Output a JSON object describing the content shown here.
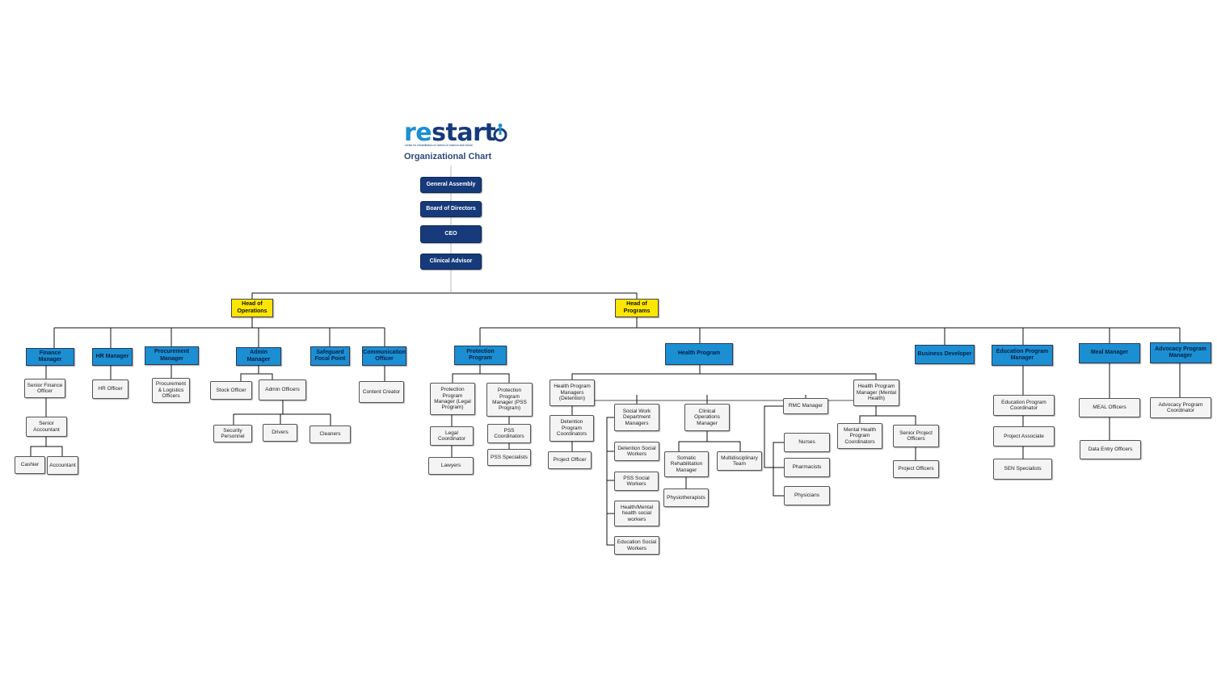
{
  "header": {
    "logo_re": "re",
    "logo_start": "start",
    "tagline": "center for rehabilitation of victims of violence and torture",
    "subtitle": "Organizational Chart"
  },
  "colors": {
    "navy": "#163a7a",
    "blue": "#1b8fd2",
    "yellow": "#ffe600",
    "grey_box": "#f4f4f4",
    "line": "#111111"
  },
  "icons": {
    "logo_mark": "power-person-icon"
  },
  "nodes": {
    "general_assembly": "General Assembly",
    "board_of_directors": "Board of Directors",
    "ceo": "CEO",
    "clinical_advisor": "Clinical Advisor",
    "head_operations": "Head of Operations",
    "head_programs": "Head of Programs",
    "finance_manager": "Finance Manager",
    "hr_manager": "HR Manager",
    "procurement_manager": "Procurement Manager",
    "admin_manager": "Admin Manager",
    "safeguard_focal_point": "Safeguard Focal Point",
    "communication_officer": "Communication Officer",
    "senior_finance_officer": "Senior Finance Officer",
    "senior_accountant": "Senior Accountant",
    "cashier": "Cashier",
    "accountant": "Accountant",
    "hr_officer": "HR Officer",
    "procurement_logistics_officers": "Procurement & Logistics Officers",
    "stock_officer": "Stock Officer",
    "admin_officers": "Admin Officers",
    "security_personnel": "Security Personnel",
    "drivers": "Drivers",
    "cleaners": "Cleaners",
    "content_creator": "Content Creator",
    "protection_program": "Protection Program",
    "health_program": "Health Program",
    "business_developer": "Business Developer",
    "education_program_manager": "Education Program Manager",
    "meal_manager": "Meal Manager",
    "advocacy_program_manager": "Advocacy Program Manager",
    "ppm_legal": "Protection Program Manager (Legal Program)",
    "ppm_pss": "Protection Program Manager (PSS Program)",
    "legal_coordinator": "Legal Coordinator",
    "lawyers": "Lawyers",
    "pss_coordinators": "PSS Coordinators",
    "pss_specialists": "PSS Specialists",
    "hpm_detention": "Health Program Managers (Detention)",
    "detention_program_coordinators": "Detention Program Coordinators",
    "project_officer": "Project Officer",
    "social_work_dept_managers": "Social Work Department Managers",
    "detention_social_workers": "Detention Social Workers",
    "pss_social_workers": "PSS Social Workers",
    "health_mental_social_workers": "Health/Mental health social workers",
    "education_social_workers": "Education Social Workers",
    "clinical_operations_manager": "Clinical Operations Manager",
    "somatic_rehab_manager": "Somatic Rehabilitation Manager",
    "multidisciplinary_team": "Multidisciplinary Team",
    "physiotherapists": "Physiotherapists",
    "rmc_manager": "RMC Manager",
    "nurses": "Nurses",
    "pharmacists": "Pharmacists",
    "physicians": "Physicians",
    "hpm_mental_health": "Health Program Manager (Mental Health)",
    "mh_program_coordinators": "Mental Health Program Coordinators",
    "senior_project_officers": "Senior Project Officers",
    "project_officers": "Project Officers",
    "education_program_coordinator": "Education Program Coordinator",
    "project_associate": "Project Associate",
    "sen_specialists": "SEN Specialists",
    "meal_officers": "MEAL Officers",
    "data_entry_officers": "Data Entry Officers",
    "advocacy_program_coordinator": "Advocacy Program Coordinator"
  }
}
